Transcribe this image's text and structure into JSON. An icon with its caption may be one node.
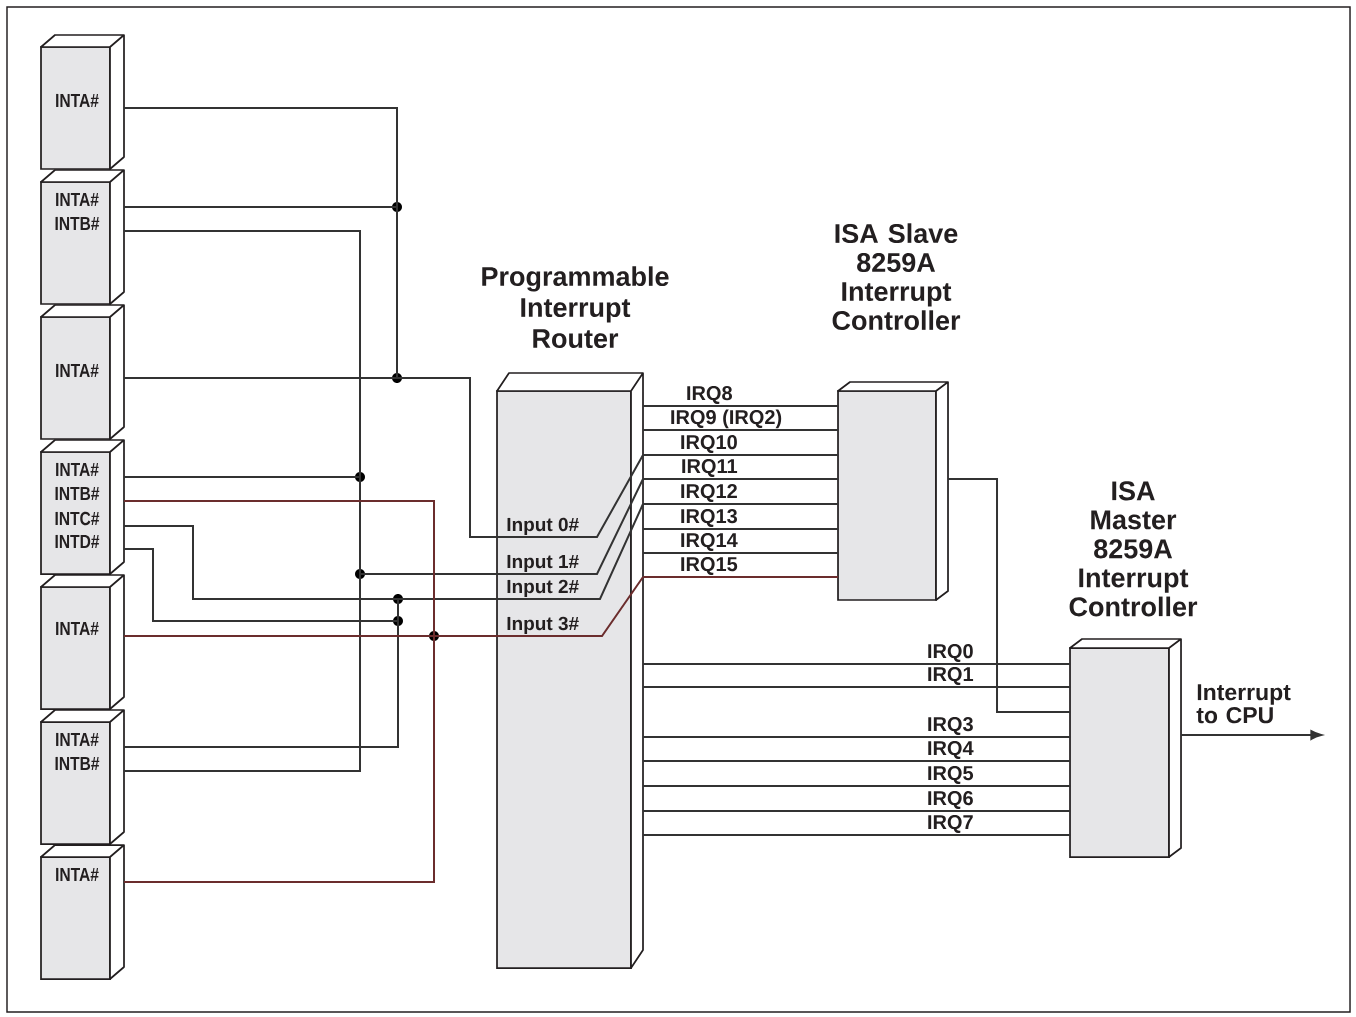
{
  "diagram": {
    "nodes": [
      {
        "text": [
          "INTA#"
        ]
      },
      {
        "text": [
          "INTA#",
          "INTB#"
        ]
      },
      {
        "text": [
          "INTA#"
        ]
      },
      {
        "text": [
          "INTA#",
          "INTB#",
          "INTC#",
          "INTD#"
        ]
      },
      {
        "text": [
          "INTA#"
        ]
      },
      {
        "text": [
          "INTA#",
          "INTB#"
        ]
      },
      {
        "text": [
          "INTA#"
        ]
      },
      {
        "text": [
          "Programmable Interrupt Router",
          "Input 0#",
          "Input 1#",
          "Input 2#",
          "Input 3#"
        ]
      },
      {
        "text": [
          "ISA Slave 8259A Interrupt Controller"
        ]
      },
      {
        "text": [
          "ISA Master 8259A Interrupt Controller"
        ]
      }
    ],
    "edges": [
      {
        "from": 0,
        "to": 7,
        "arrow": "none"
      },
      {
        "from": 1,
        "to": 7,
        "arrow": "none"
      },
      {
        "from": 2,
        "to": 7,
        "arrow": "none"
      },
      {
        "from": 1,
        "to": 7,
        "arrow": "none"
      },
      {
        "from": 3,
        "to": 7,
        "arrow": "none"
      },
      {
        "from": 5,
        "to": 7,
        "arrow": "none"
      },
      {
        "from": 3,
        "to": 7,
        "arrow": "none"
      },
      {
        "from": 3,
        "to": 7,
        "arrow": "none"
      },
      {
        "from": 5,
        "to": 7,
        "arrow": "none"
      },
      {
        "from": 3,
        "to": 7,
        "arrow": "none",
        "color": "#6b2d2d"
      },
      {
        "from": 4,
        "to": 7,
        "arrow": "none",
        "color": "#6b2d2d"
      },
      {
        "from": 6,
        "to": 7,
        "arrow": "none",
        "color": "#6b2d2d"
      },
      {
        "from": 7,
        "to": 8,
        "arrow": "none",
        "label": "IRQ8"
      },
      {
        "from": 7,
        "to": 8,
        "arrow": "none",
        "label": "IRQ9 (IRQ2)"
      },
      {
        "from": 7,
        "to": 8,
        "arrow": "none",
        "label": "IRQ10"
      },
      {
        "from": 7,
        "to": 8,
        "arrow": "none",
        "label": "IRQ11"
      },
      {
        "from": 7,
        "to": 8,
        "arrow": "none",
        "label": "IRQ12"
      },
      {
        "from": 7,
        "to": 8,
        "arrow": "none",
        "label": "IRQ13"
      },
      {
        "from": 7,
        "to": 8,
        "arrow": "none",
        "label": "IRQ14"
      },
      {
        "from": 7,
        "to": 8,
        "arrow": "none",
        "label": "IRQ15",
        "color": "#6b2d2d"
      },
      {
        "from": 7,
        "to": 9,
        "arrow": "none",
        "label": "IRQ0"
      },
      {
        "from": 7,
        "to": 9,
        "arrow": "none",
        "label": "IRQ1"
      },
      {
        "from": 7,
        "to": 9,
        "arrow": "none",
        "label": "IRQ3"
      },
      {
        "from": 7,
        "to": 9,
        "arrow": "none",
        "label": "IRQ4"
      },
      {
        "from": 7,
        "to": 9,
        "arrow": "none",
        "label": "IRQ5"
      },
      {
        "from": 7,
        "to": 9,
        "arrow": "none",
        "label": "IRQ6"
      },
      {
        "from": 7,
        "to": 9,
        "arrow": "none",
        "label": "IRQ7"
      },
      {
        "from": 8,
        "to": 9,
        "arrow": "none"
      },
      {
        "from": 9,
        "to": null,
        "arrow": "to",
        "label": "Interrupt to CPU"
      }
    ]
  }
}
